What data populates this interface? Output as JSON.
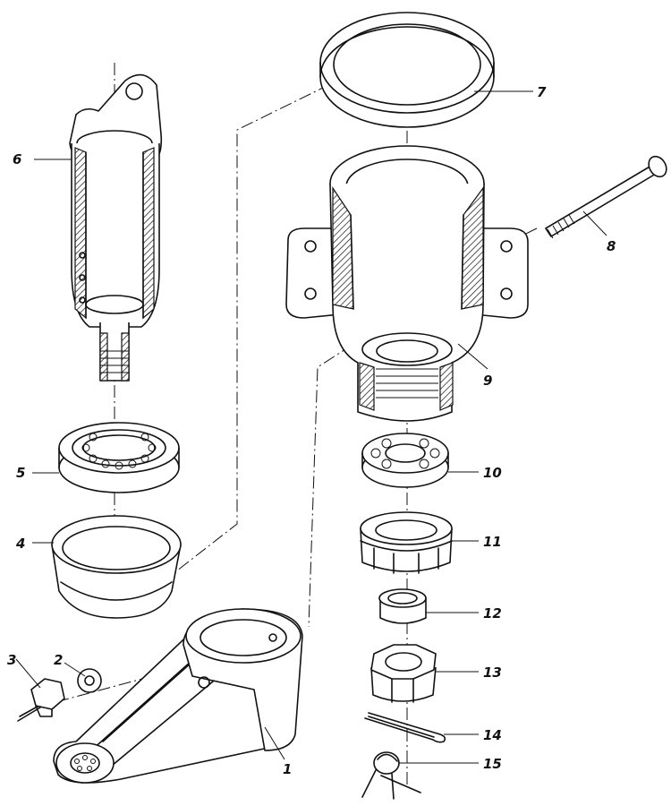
{
  "diagram": {
    "parts": [
      {
        "id": "1",
        "label": "1"
      },
      {
        "id": "2",
        "label": "2"
      },
      {
        "id": "3",
        "label": "3"
      },
      {
        "id": "4",
        "label": "4"
      },
      {
        "id": "5",
        "label": "5"
      },
      {
        "id": "6",
        "label": "6"
      },
      {
        "id": "7",
        "label": "7"
      },
      {
        "id": "8",
        "label": "8"
      },
      {
        "id": "9",
        "label": "9"
      },
      {
        "id": "10",
        "label": "10"
      },
      {
        "id": "11",
        "label": "11"
      },
      {
        "id": "12",
        "label": "12"
      },
      {
        "id": "13",
        "label": "13"
      },
      {
        "id": "14",
        "label": "14"
      },
      {
        "id": "15",
        "label": "15"
      }
    ]
  }
}
